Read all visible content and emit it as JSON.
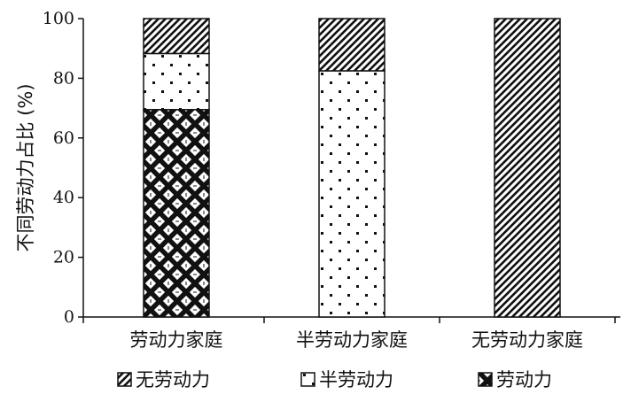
{
  "chart_data": {
    "type": "bar",
    "stacked": true,
    "categories": [
      "劳动力家庭",
      "半劳动力家庭",
      "无劳动力家庭"
    ],
    "series": [
      {
        "name": "劳动力",
        "pattern": "diamond-lattice",
        "values": [
          69.5,
          0,
          0
        ]
      },
      {
        "name": "半劳动力",
        "pattern": "dots",
        "values": [
          18.8,
          82.5,
          0
        ]
      },
      {
        "name": "无劳动力",
        "pattern": "diagonal-hatch",
        "values": [
          11.7,
          17.5,
          100
        ]
      }
    ],
    "legend_order": [
      "无劳动力",
      "半劳动力",
      "劳动力"
    ],
    "legend_position": "bottom",
    "ylabel": "不同劳动力占比 (%)",
    "xlabel": "",
    "title": "",
    "ylim": [
      0,
      100
    ],
    "yticks": [
      0,
      20,
      40,
      60,
      80,
      100
    ],
    "grid": false,
    "colors": {
      "ink": "#111111",
      "background": "#ffffff"
    }
  }
}
